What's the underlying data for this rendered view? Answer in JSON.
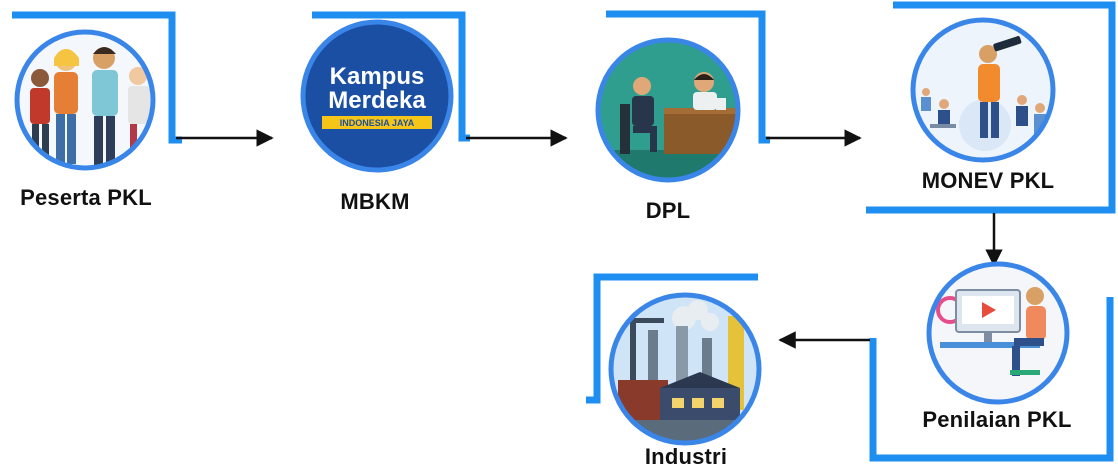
{
  "colors": {
    "bracket_blue": "#1e8ff0",
    "circle_ring": "#3a86e8",
    "arrow": "#111111",
    "label": "#111111"
  },
  "nodes": [
    {
      "id": "peserta",
      "label": "Peserta PKL",
      "icon": "students-group-icon"
    },
    {
      "id": "mbkm",
      "label": "MBKM",
      "icon": "kampus-merdeka-logo",
      "logo_text": {
        "line1": "Kampus",
        "line2": "Merdeka",
        "tagline": "INDONESIA JAYA"
      }
    },
    {
      "id": "dpl",
      "label": "DPL",
      "icon": "meeting-desk-icon"
    },
    {
      "id": "monev",
      "label": "MONEV PKL",
      "icon": "monitoring-telescope-icon"
    },
    {
      "id": "penilaian",
      "label": "Penilaian PKL",
      "icon": "computer-assessment-icon"
    },
    {
      "id": "industri",
      "label": "Industri",
      "icon": "factory-icon"
    }
  ],
  "edges": [
    {
      "from": "peserta",
      "to": "mbkm"
    },
    {
      "from": "mbkm",
      "to": "dpl"
    },
    {
      "from": "dpl",
      "to": "monev"
    },
    {
      "from": "monev",
      "to": "penilaian"
    },
    {
      "from": "penilaian",
      "to": "industri"
    }
  ]
}
